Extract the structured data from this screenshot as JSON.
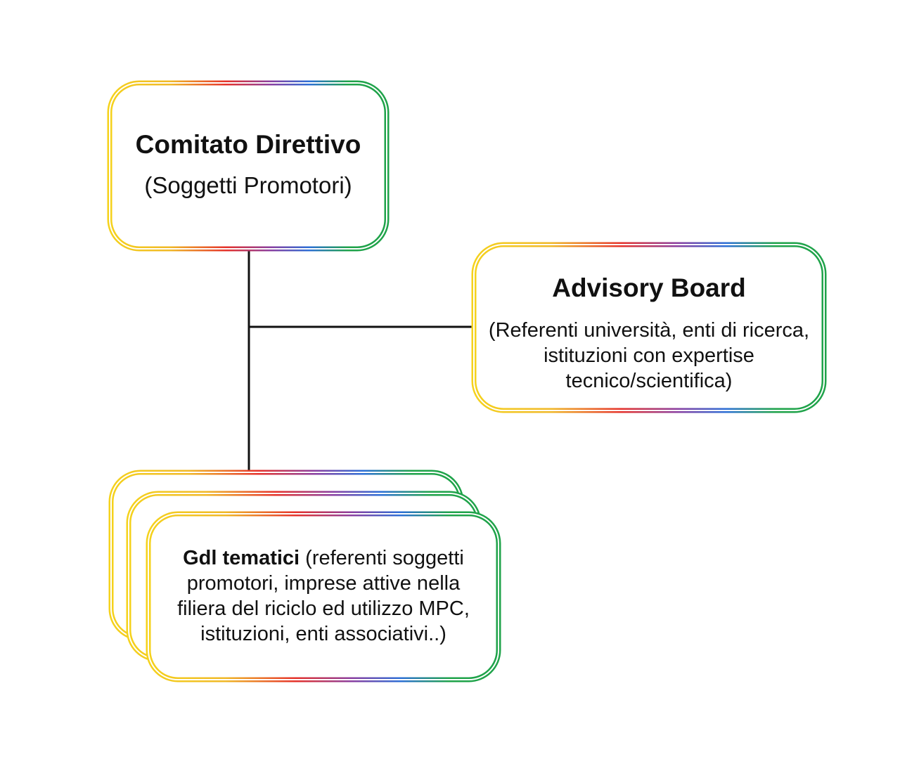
{
  "colors": {
    "background": "#ffffff",
    "connector": "#111111",
    "border_gradient": [
      "#f5d21c",
      "#e8a22c",
      "#e5322b",
      "#8b3fa0",
      "#2d6fd6",
      "#1fa34a",
      "#1fa34a"
    ]
  },
  "nodes": {
    "comitato": {
      "title": "Comitato Direttivo",
      "subtitle": "(Soggetti Promotori)"
    },
    "advisory": {
      "title": "Advisory Board",
      "lines": [
        "(Referenti università, enti di ricerca,",
        "istituzioni con expertise",
        "tecnico/scientifica)"
      ]
    },
    "gdl": {
      "title": "Gdl tematici",
      "first_line_rest": " (referenti soggetti",
      "lines": [
        "promotori, imprese attive nella",
        "filiera del riciclo ed utilizzo MPC,",
        "istituzioni, enti associativi..)"
      ]
    }
  }
}
